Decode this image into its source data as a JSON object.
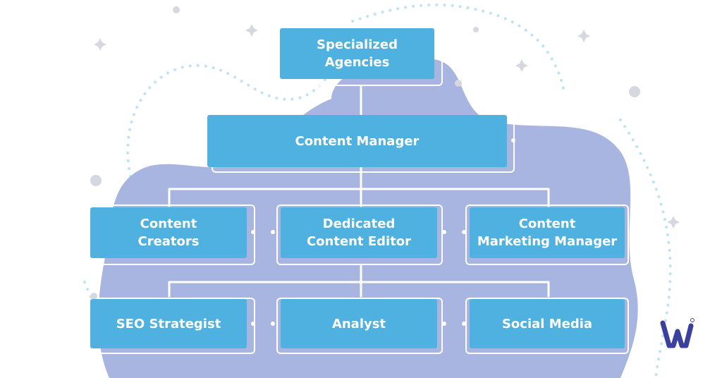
{
  "colors": {
    "node_fill": "#4fb1e0",
    "node_text": "#ffffff",
    "blob": "#a8b5e0",
    "connector": "#ffffff",
    "decor_dots": "#bfe3f1",
    "sparkle": "#d5d8e0",
    "logo": "#3b3f9e"
  },
  "chart": {
    "top": {
      "label": "Specialized\nAgencies"
    },
    "manager": {
      "label": "Content Manager"
    },
    "row2": [
      {
        "label": "Content\nCreators"
      },
      {
        "label": "Dedicated\nContent Editor"
      },
      {
        "label": "Content\nMarketing Manager"
      }
    ],
    "row3": [
      {
        "label": "SEO Strategist"
      },
      {
        "label": "Analyst"
      },
      {
        "label": "Social Media"
      }
    ]
  },
  "logo": {
    "icon": "w-logo-icon"
  }
}
